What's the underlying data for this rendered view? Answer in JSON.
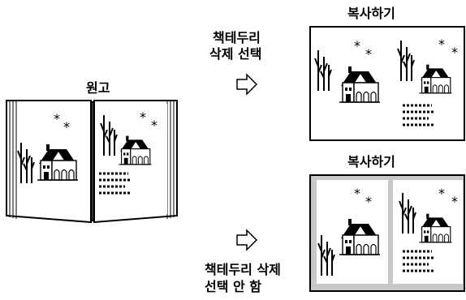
{
  "original_label": "원고",
  "top_result": {
    "title": "복사하기",
    "mode_label_line1": "책테두리",
    "mode_label_line2": "삭제 선택"
  },
  "bottom_result": {
    "title": "복사하기",
    "mode_label_line1": "책테두리 삭제",
    "mode_label_line2": "선택 안 함"
  },
  "icons": [
    "open-book-icon",
    "right-arrow-icon",
    "house-icon",
    "tree-icon",
    "star-icon",
    "text-dots-icon"
  ]
}
